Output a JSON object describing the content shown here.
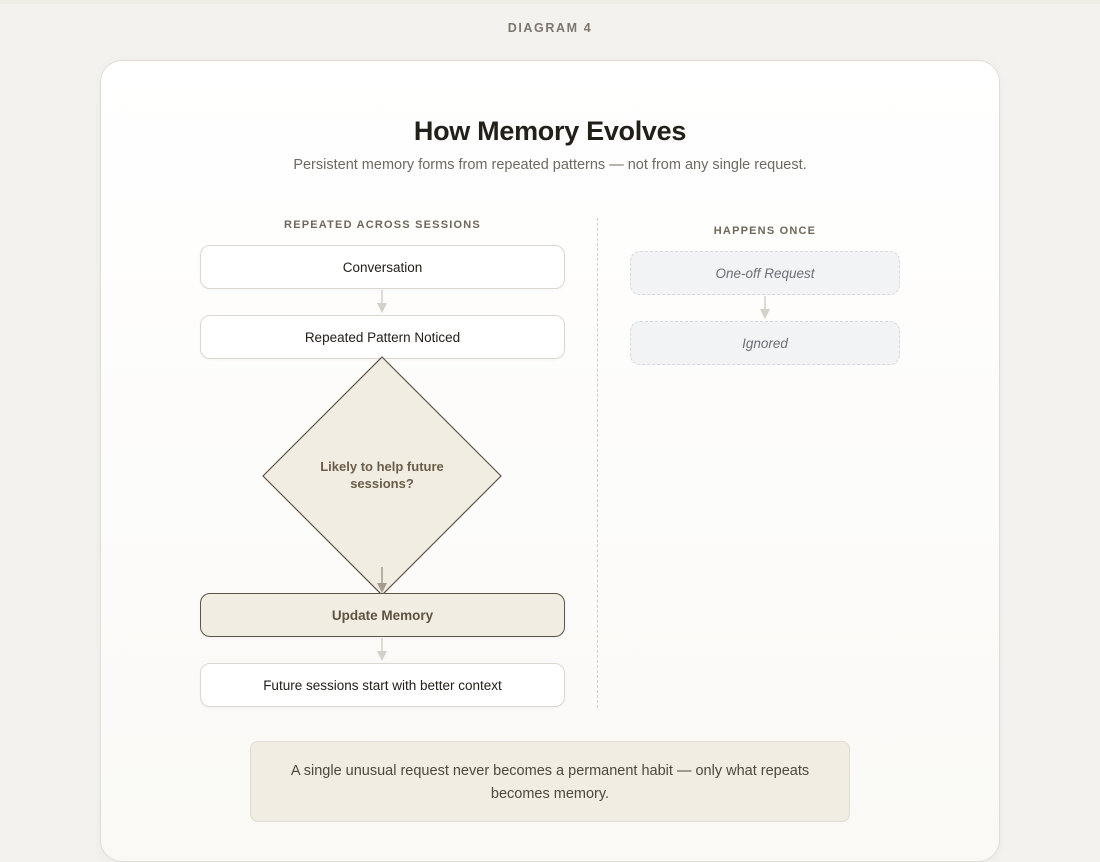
{
  "diagram_label": "DIAGRAM 4",
  "title": "How Memory Evolves",
  "subtitle": "Persistent memory forms from repeated patterns — not from any single request.",
  "left_column": {
    "heading": "REPEATED ACROSS SESSIONS",
    "steps": {
      "conversation": "Conversation",
      "pattern": "Repeated Pattern Noticed",
      "decision": "Likely to help future sessions?",
      "update": "Update Memory",
      "future": "Future sessions start with better context"
    }
  },
  "right_column": {
    "heading": "HAPPENS ONCE",
    "steps": {
      "request": "One-off Request",
      "ignored": "Ignored"
    }
  },
  "note": "A single unusual request never becomes a permanent habit — only what repeats becomes memory.",
  "colors": {
    "background": "#f4f2ee",
    "card": "#ffffff",
    "accent_fill": "#f2ede3",
    "accent_border": "#5d5446",
    "muted_fill": "#f2f3f5",
    "arrow": "#d6d1c8"
  }
}
